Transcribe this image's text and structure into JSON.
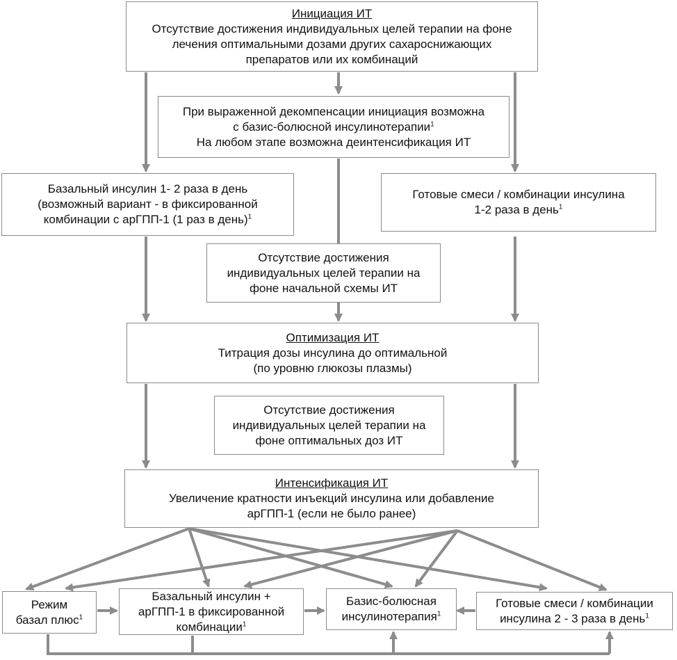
{
  "initiation": {
    "title": "Инициация ИТ",
    "lines": [
      "Отсутствие достижения индивидуальных целей терапии на фоне",
      "лечения оптимальными дозами других сахароснижающих",
      "препаратов или их комбинаций"
    ]
  },
  "note_decomp": {
    "line1": "При выраженной декомпенсации инициация возможна",
    "line2": "с базис-болюсной инсулинотерапии",
    "line2_sup": "1",
    "line3": "На любом этапе возможна деинтенсификация ИТ"
  },
  "basal": {
    "line1": "Базальный инсулин 1- 2 раза в день",
    "line2": "(возможный вариант - в фиксированной",
    "line3": "комбинации с арГПП-1 (1 раз в день)",
    "line3_sup": "1"
  },
  "premix": {
    "line1": "Готовые смеси / комбинации инсулина",
    "line2": "1-2 раза в день",
    "line2_sup": "1"
  },
  "fail_initial": {
    "lines": [
      "Отсутствие достижения",
      "индивидуальных целей терапии на",
      "фоне начальной схемы ИТ"
    ]
  },
  "optimization": {
    "title": "Оптимизация ИТ",
    "lines": [
      "Титрация дозы инсулина до оптимальной",
      "(по уровню глюкозы плазмы)"
    ]
  },
  "fail_optimal": {
    "lines": [
      "Отсутствие достижения",
      "индивидуальных целей терапии на",
      "фоне оптимальных доз ИТ"
    ]
  },
  "intensification": {
    "title": "Интенсификация ИТ",
    "lines": [
      "Увеличение кратности инъекций инсулина или добавление",
      "арГПП-1 (если не было ранее)"
    ]
  },
  "bottom": {
    "basal_plus": {
      "line1": "Режим",
      "line2": "базал плюс",
      "sup": "1"
    },
    "basal_glp": {
      "line1": "Базальный инсулин +",
      "line2": "арГПП-1 в фиксированной",
      "line3": "комбинации",
      "sup": "1"
    },
    "basis_bolus": {
      "line1": "Базис-болюсная",
      "line2": "инсулинотерапия",
      "sup": "1"
    },
    "premix_multi": {
      "line1": "Готовые смеси / комбинации",
      "line2": "инсулина 2 - 3 раза в день",
      "sup": "1"
    }
  },
  "colors": {
    "arrow": "#8c8c8c",
    "border": "#8a8a8a",
    "text": "#111111"
  }
}
